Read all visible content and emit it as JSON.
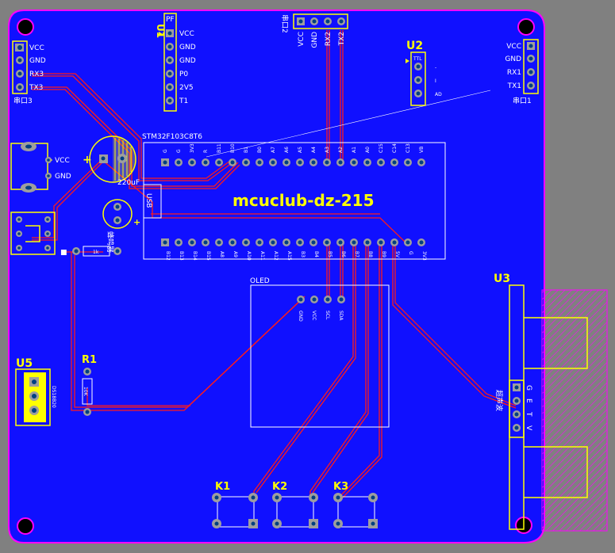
{
  "board": {
    "title": "mcuclub-dz-215",
    "silk_color": "#ffff00",
    "board_color": "#1010ff",
    "track_color": "#ff1a1a",
    "outline_color": "#ff00ff"
  },
  "u1": {
    "ref": "U1",
    "pins": [
      "VCC",
      "GND",
      "GND",
      "P0",
      "2V5",
      "T1"
    ],
    "tag": "PF"
  },
  "u2": {
    "ref": "U2",
    "pins": [
      "TTL",
      "-",
      "I",
      "AD"
    ]
  },
  "u3": {
    "ref": "U3",
    "pins": [
      "G",
      "E",
      "T",
      "V"
    ],
    "name": "超声波"
  },
  "u5": {
    "ref": "U5",
    "name": "DS18B20"
  },
  "j3": {
    "pins": [
      "VCC",
      "GND",
      "RX3",
      "TX3"
    ],
    "name": "串口3"
  },
  "j2": {
    "pins": [
      "VCC",
      "GND",
      "RX2",
      "TX2"
    ],
    "name": "串口2"
  },
  "j1": {
    "pins": [
      "VCC",
      "GND",
      "RX1",
      "TX1"
    ],
    "name": "串口1"
  },
  "power": {
    "pins": [
      "VCC",
      "GND"
    ]
  },
  "cap": {
    "value": "220uF"
  },
  "buzzer": {
    "name": "蜂鸣器"
  },
  "resistor": {
    "value": "1k"
  },
  "r1": {
    "ref": "R1",
    "value": "10K"
  },
  "mcu": {
    "label": "STM32F103C8T6",
    "usb_label": "USB",
    "top_pins": [
      "G",
      "G",
      "3V3",
      "R",
      "B11",
      "B10",
      "B1",
      "B0",
      "A7",
      "A6",
      "A5",
      "A4",
      "A3",
      "A2",
      "A1",
      "A0",
      "C15",
      "C14",
      "C13",
      "VB"
    ],
    "bottom_pins": [
      "B12",
      "B13",
      "B14",
      "B15",
      "A8",
      "A9",
      "A10",
      "A11",
      "A12",
      "A15",
      "B3",
      "B4",
      "B5",
      "B6",
      "B7",
      "B8",
      "B9",
      "5V",
      "G",
      "3V3"
    ]
  },
  "oled": {
    "title": "OLED",
    "pins": [
      "GND",
      "VCC",
      "SCL",
      "SDA"
    ]
  },
  "keys": [
    "K1",
    "K2",
    "K3"
  ]
}
